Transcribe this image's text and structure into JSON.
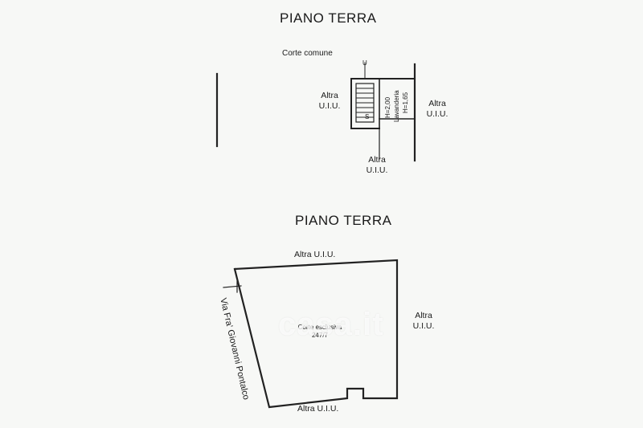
{
  "top_plan": {
    "title": "PIANO TERRA",
    "corte_label": "Corte comune",
    "altra_left": {
      "line1": "Altra",
      "line2": "U.I.U."
    },
    "altra_right": {
      "line1": "Altra",
      "line2": "U.I.U."
    },
    "altra_bottom": {
      "line1": "Altra",
      "line2": "U.I.U."
    },
    "room_label": "Lavanderia",
    "height_1": "H=2,00",
    "height_2": "H=1,65",
    "stair_mark": "S",
    "stair_top_mark": "U"
  },
  "bottom_plan": {
    "title": "PIANO TERRA",
    "altra_top": "Altra U.I.U.",
    "altra_right": {
      "line1": "Altra",
      "line2": "U.I.U."
    },
    "altra_bottom": "Altra U.I.U.",
    "street": "Via Fra' Giovanni Pontalco",
    "corte_label": "Corte esclusiva",
    "corte_number": "247/7"
  },
  "watermark": "casa.it",
  "colors": {
    "line": "#222222",
    "background": "#f7f8f6",
    "watermark": "#ffffff"
  }
}
